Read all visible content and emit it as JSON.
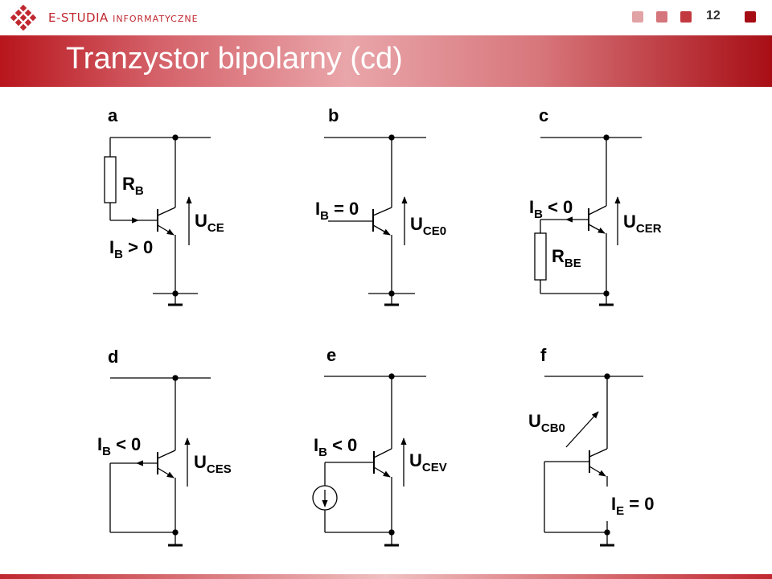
{
  "header": {
    "brand_main": "E-STUDIA",
    "brand_sub": "INFORMATYCZNE",
    "page_number": "12",
    "colors": {
      "accent": "#c0282f",
      "square1": "#e2a3a6",
      "square2": "#d4767b",
      "square3": "#c2393f",
      "square4": "#a50c14"
    }
  },
  "title": "Tranzystor bipolarny (cd)",
  "circuits": {
    "a": {
      "letter": "a",
      "rb": "R",
      "rb_sub": "B",
      "ib": "I",
      "ib_sub": "B",
      "ib_cond": " > 0",
      "u": "U",
      "u_sub": "CE"
    },
    "b": {
      "letter": "b",
      "ib": "I",
      "ib_sub": "B",
      "ib_cond": " = 0",
      "u": "U",
      "u_sub": "CE0"
    },
    "c": {
      "letter": "c",
      "ib": "I",
      "ib_sub": "B",
      "ib_cond": " < 0",
      "rbe": "R",
      "rbe_sub": "BE",
      "u": "U",
      "u_sub": "CER"
    },
    "d": {
      "letter": "d",
      "ib": "I",
      "ib_sub": "B",
      "ib_cond": " < 0",
      "u": "U",
      "u_sub": "CES"
    },
    "e": {
      "letter": "e",
      "ib": "I",
      "ib_sub": "B",
      "ib_cond": " < 0",
      "u": "U",
      "u_sub": "CEV"
    },
    "f": {
      "letter": "f",
      "u": "U",
      "u_sub": "CB0",
      "ie": "I",
      "ie_sub": "E",
      "ie_cond": " = 0"
    }
  }
}
